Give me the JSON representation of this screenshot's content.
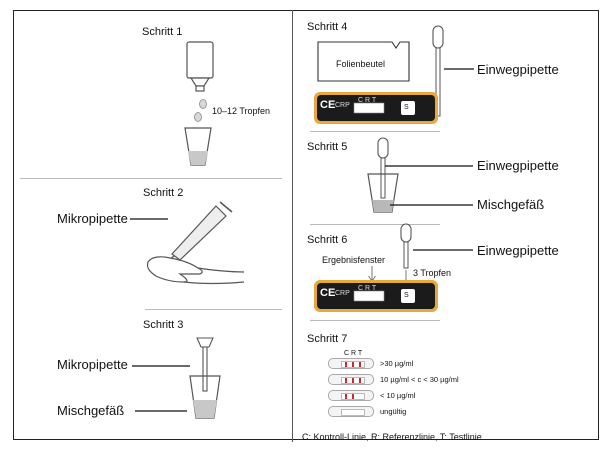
{
  "left": {
    "step1": {
      "title": "Schritt 1",
      "drops_label": "10–12 Tropfen"
    },
    "step2": {
      "title": "Schritt 2",
      "micropipette_label": "Mikropipette"
    },
    "step3": {
      "title": "Schritt 3",
      "micropipette_label": "Mikropipette",
      "vessel_label": "Mischgefäß"
    }
  },
  "right": {
    "step4": {
      "title": "Schritt 4",
      "pouch_label": "Folienbeutel",
      "pipette_label": "Einwegpipette",
      "cassette": {
        "ce_mark": "CE",
        "window_letters": "C R T",
        "well_letter": "S",
        "side_text": "CRP"
      }
    },
    "step5": {
      "title": "Schritt 5",
      "pipette_label": "Einwegpipette",
      "vessel_label": "Mischgefäß"
    },
    "step6": {
      "title": "Schritt 6",
      "result_window_label": "Ergebnisfenster",
      "drops_label": "3 Tropfen",
      "pipette_label": "Einwegpipette",
      "cassette": {
        "ce_mark": "CE",
        "window_letters": "C R T",
        "well_letter": "S",
        "side_text": "CRP"
      }
    },
    "step7": {
      "title": "Schritt 7",
      "crt_header": "C R T",
      "results": [
        {
          "label": ">30 µg/ml",
          "lines": 3
        },
        {
          "label": "10 µg/ml < c < 30 µg/ml",
          "lines": 3
        },
        {
          "label": "< 10 µg/ml",
          "lines": 2
        },
        {
          "label": "ungültig",
          "lines": 0
        }
      ],
      "legend": "C: Kontroll-Linie, R: Referenzlinie, T: Testlinie"
    }
  },
  "colors": {
    "cassette_body": "#1b1b1b",
    "cassette_border": "#e8a83a",
    "test_line": "#c8283a",
    "liquid": "#b8b8b8",
    "divider": "#bbbbbb"
  }
}
